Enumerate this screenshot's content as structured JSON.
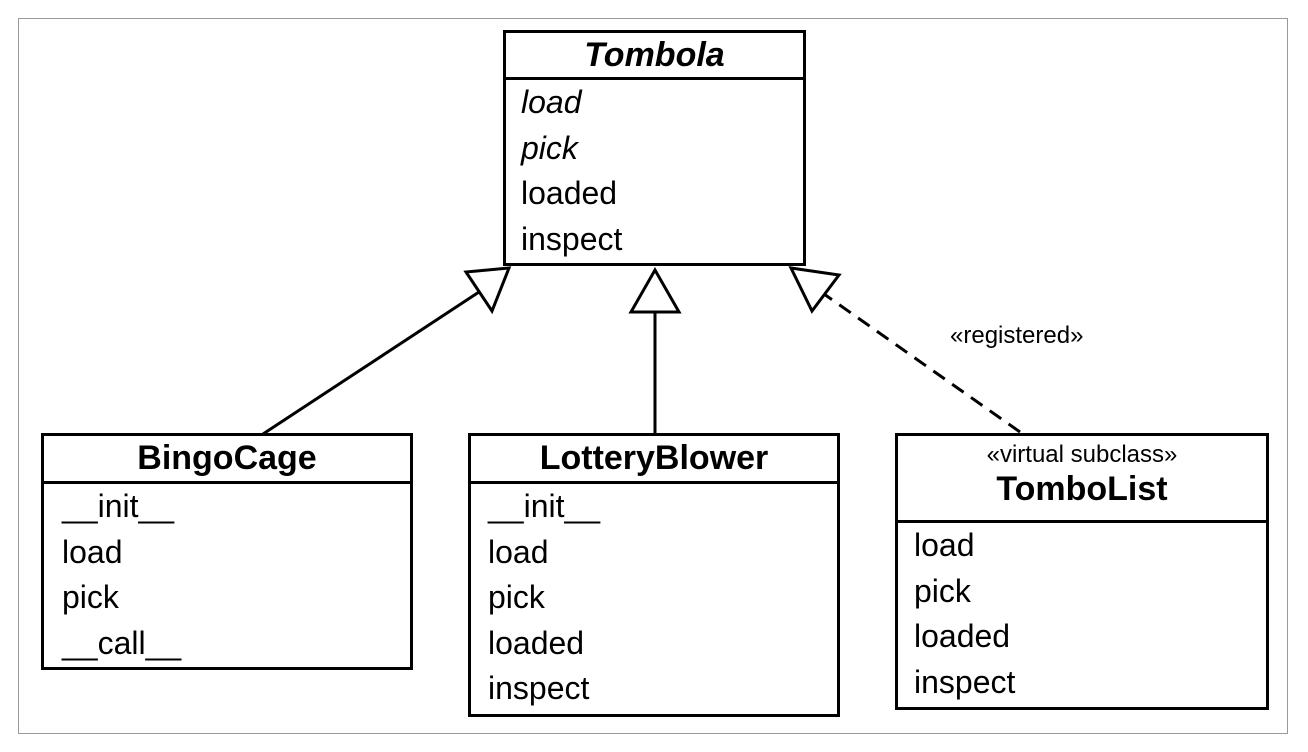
{
  "classes": {
    "tombola": {
      "name": "Tombola",
      "members": [
        {
          "label": "load",
          "abstract": true
        },
        {
          "label": "pick",
          "abstract": true
        },
        {
          "label": "loaded",
          "abstract": false
        },
        {
          "label": "inspect",
          "abstract": false
        }
      ]
    },
    "bingocage": {
      "name": "BingoCage",
      "members": [
        {
          "label": "__init__"
        },
        {
          "label": "load"
        },
        {
          "label": "pick"
        },
        {
          "label": "__call__"
        }
      ]
    },
    "lotteryblower": {
      "name": "LotteryBlower",
      "members": [
        {
          "label": "__init__"
        },
        {
          "label": "load"
        },
        {
          "label": "pick"
        },
        {
          "label": "loaded"
        },
        {
          "label": "inspect"
        }
      ]
    },
    "tombolist": {
      "stereotype": "«virtual subclass»",
      "name": "TomboList",
      "members": [
        {
          "label": "load"
        },
        {
          "label": "pick"
        },
        {
          "label": "loaded"
        },
        {
          "label": "inspect"
        }
      ]
    }
  },
  "edges": {
    "registered_label": "«registered»"
  }
}
